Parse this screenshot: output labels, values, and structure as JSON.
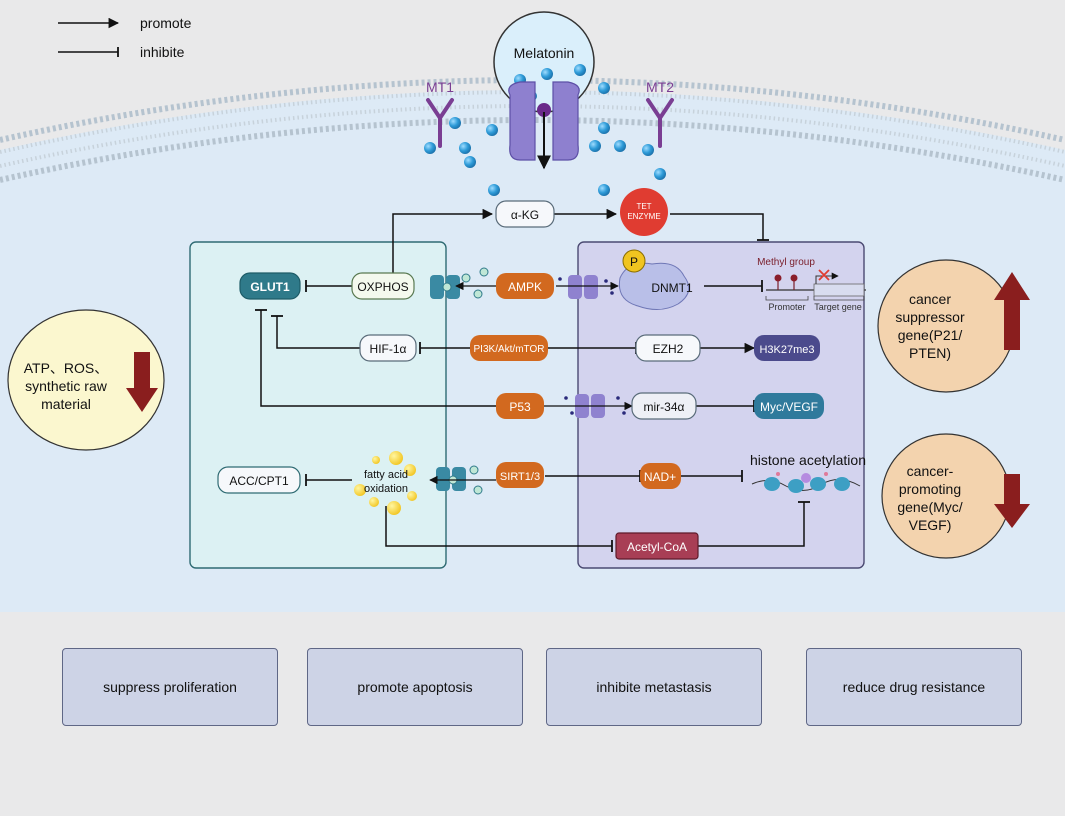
{
  "legend": {
    "promote_label": "promote",
    "inhibit_label": "inhibite"
  },
  "membrane": {
    "melatonin_label": "Melatonin",
    "mt1_label": "MT1",
    "mt2_label": "MT2"
  },
  "top_nodes": {
    "akg": "α-KG",
    "tet_line1": "TET",
    "tet_line2": "ENZYME",
    "methyl_group": "Methyl group",
    "promoter": "Promoter",
    "target_gene": "Target gene"
  },
  "left_panel": {
    "glut1": "GLUT1",
    "oxphos": "OXPHOS",
    "hif1a": "HIF-1α",
    "acc_cpt1": "ACC/CPT1",
    "fatty_line1": "fatty acid",
    "fatty_line2": "oxidation"
  },
  "center_nodes": {
    "ampk": "AMPK",
    "pi3k": "PI3K/Akt/mTOR",
    "p53": "P53",
    "sirt": "SIRT1/3"
  },
  "right_panel": {
    "p_badge": "P",
    "dnmt1": "DNMT1",
    "ezh2": "EZH2",
    "h3k27me3": "H3K27me3",
    "mir34": "mir-34α",
    "myc_vegf": "Myc/VEGF",
    "nad": "NAD+",
    "histone": "histone acetylation",
    "acetyl_coa": "Acetyl-CoA"
  },
  "side_notes": {
    "atp_line1": "ATP、ROS、",
    "atp_line2": "synthetic raw",
    "atp_line3": "material",
    "sup_line1": "cancer",
    "sup_line2": "suppressor",
    "sup_line3": "gene(P21/",
    "sup_line4": "PTEN)",
    "prom_line1": "cancer-",
    "prom_line2": "promoting",
    "prom_line3": "gene(Myc/",
    "prom_line4": "VEGF)"
  },
  "outcomes": [
    "suppress proliferation",
    "promote apoptosis",
    "inhibite metastasis",
    "reduce drug resistance"
  ],
  "colors": {
    "orange": "#d2691f",
    "dark_teal": "#2f7a8a",
    "indigo": "#4b4a8c",
    "maroon": "#a83e55",
    "red_tet": "#e03c31",
    "gold": "#f0c420",
    "dark_red_arrow": "#8a1e1e"
  }
}
